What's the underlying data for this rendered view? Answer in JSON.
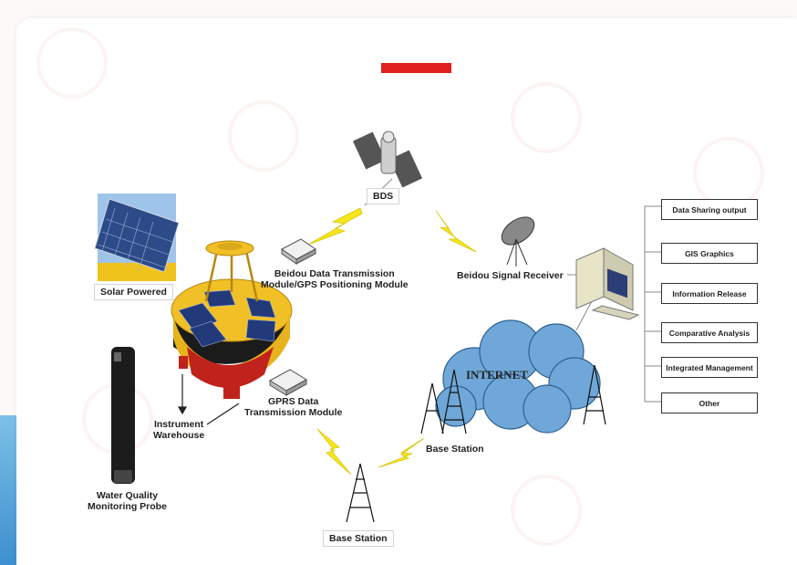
{
  "labels": {
    "bds": "BDS",
    "beidou_module_line1": "Beidou Data Transmission",
    "beidou_module_line2": "Module/GPS Positioning Module",
    "beidou_receiver": "Beidou Signal Receiver",
    "solar": "Solar Powered",
    "gprs_line1": "GPRS Data",
    "gprs_line2": "Transmission Module",
    "warehouse_line1": "Instrument",
    "warehouse_line2": "Warehouse",
    "probe_line1": "Water Quality",
    "probe_line2": "Monitoring Probe",
    "internet": "INTERNET",
    "base_station_right": "Base Station",
    "base_station_bottom": "Base Station"
  },
  "outputs": [
    "Data Sharing output",
    "GIS Graphics",
    "Information Release",
    "Comparative Analysis",
    "Integrated Management",
    "Other"
  ],
  "colors": {
    "accent": "#e0201f",
    "lightning": "#f5e61c",
    "buoy_yellow": "#f1c026",
    "buoy_red": "#c0221c",
    "cloud": "#6fa8d8"
  }
}
